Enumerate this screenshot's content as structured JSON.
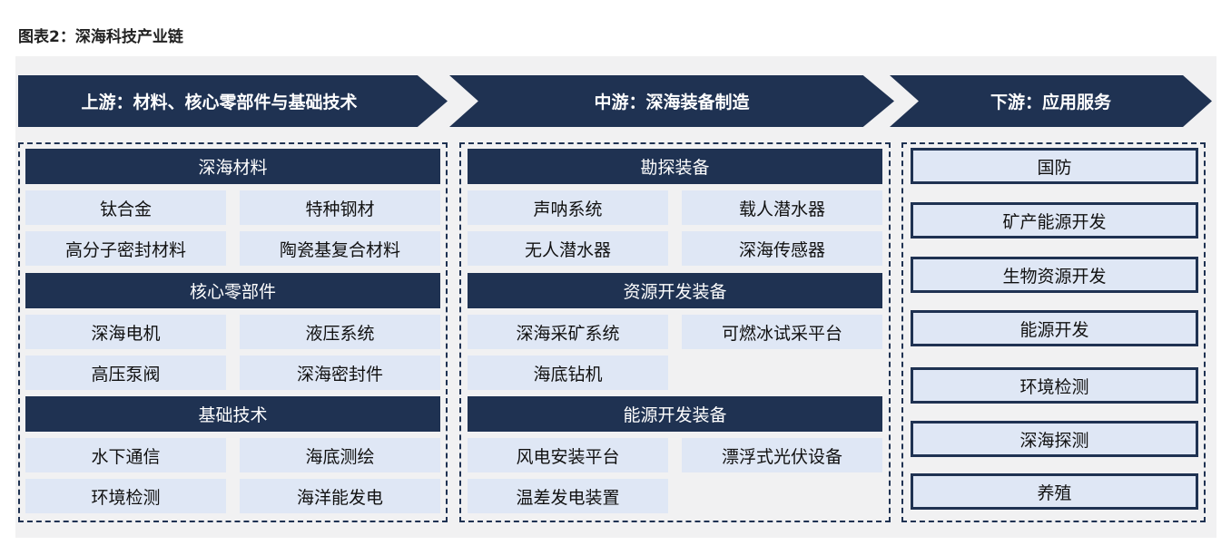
{
  "title": "图表2：深海科技产业链",
  "colors": {
    "navy": "#1f3252",
    "cell": "#dfe7f5",
    "panel": "#f1f1f2"
  },
  "stages": [
    {
      "label": "上游：材料、核心零部件与基础技术"
    },
    {
      "label": "中游：深海装备制造"
    },
    {
      "label": "下游：应用服务"
    }
  ],
  "upstream": [
    {
      "header": "深海材料",
      "items": [
        "钛合金",
        "特种钢材",
        "高分子密封材料",
        "陶瓷基复合材料"
      ]
    },
    {
      "header": "核心零部件",
      "items": [
        "深海电机",
        "液压系统",
        "高压泵阀",
        "深海密封件"
      ]
    },
    {
      "header": "基础技术",
      "items": [
        "水下通信",
        "海底测绘",
        "环境检测",
        "海洋能发电"
      ]
    }
  ],
  "midstream": [
    {
      "header": "勘探装备",
      "items": [
        "声呐系统",
        "载人潜水器",
        "无人潜水器",
        "深海传感器"
      ]
    },
    {
      "header": "资源开发装备",
      "items": [
        "深海采矿系统",
        "可燃冰试采平台",
        "海底钻机"
      ]
    },
    {
      "header": "能源开发装备",
      "items": [
        "风电安装平台",
        "漂浮式光伏设备",
        "温差发电装置"
      ]
    }
  ],
  "downstream": [
    "国防",
    "矿产能源开发",
    "生物资源开发",
    "能源开发",
    "环境检测",
    "深海探测",
    "养殖"
  ]
}
